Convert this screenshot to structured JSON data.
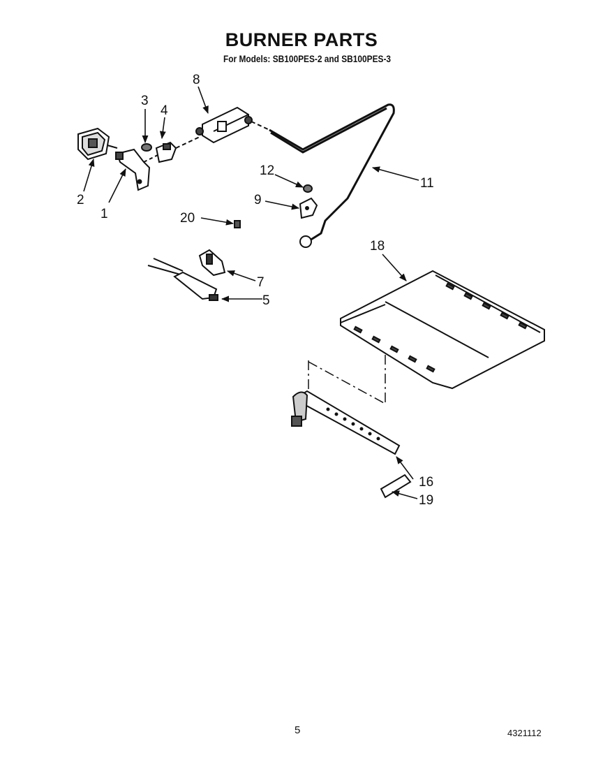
{
  "header": {
    "title": "BURNER PARTS",
    "subtitle": "For Models: SB100PES-2 and SB100PES-3"
  },
  "callouts": {
    "c1": "1",
    "c2": "2",
    "c3": "3",
    "c4": "4",
    "c5": "5",
    "c7": "7",
    "c8": "8",
    "c9": "9",
    "c11": "11",
    "c12": "12",
    "c16": "16",
    "c18": "18",
    "c19": "19",
    "c20": "20"
  },
  "footer": {
    "page_number": "5",
    "doc_number": "4321112"
  }
}
